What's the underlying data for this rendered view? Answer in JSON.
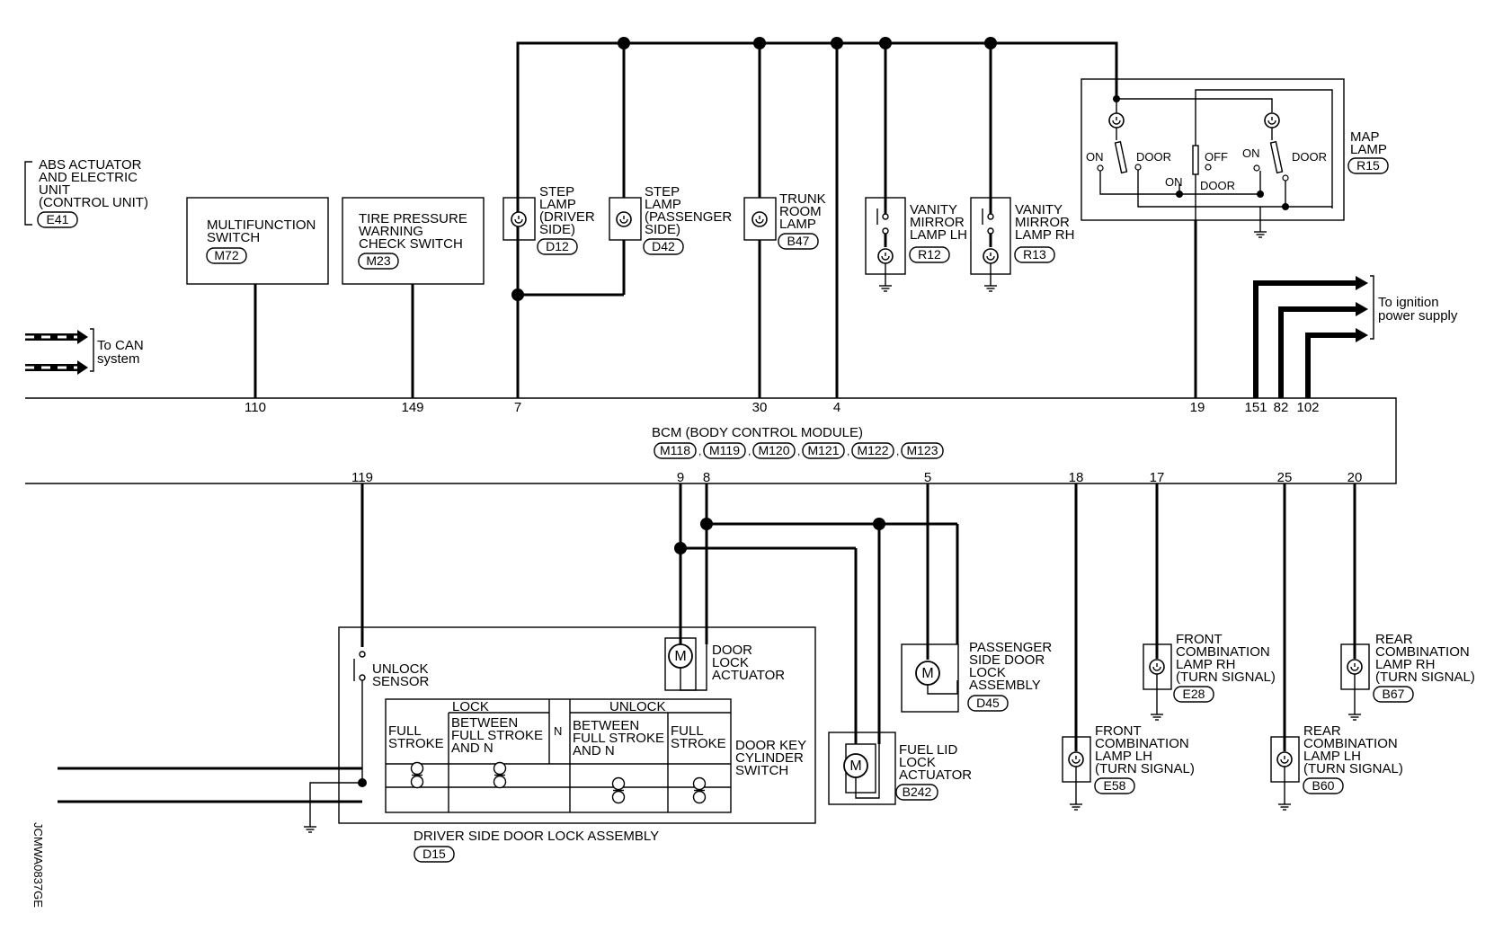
{
  "bcm": {
    "title": "BCM (BODY CONTROL MODULE)",
    "connectors": [
      "M118",
      "M119",
      "M120",
      "M121",
      "M122",
      "M123"
    ],
    "pins_top": [
      "110",
      "149",
      "7",
      "30",
      "4",
      "19",
      "151",
      "82",
      "102"
    ],
    "pins_bottom": [
      "119",
      "9",
      "8",
      "5",
      "18",
      "17",
      "25",
      "20"
    ]
  },
  "abs": {
    "lines": [
      "ABS ACTUATOR",
      "AND ELECTRIC",
      "UNIT",
      "(CONTROL UNIT)"
    ],
    "connector": "E41"
  },
  "multifunction": {
    "lines": [
      "MULTIFUNCTION",
      "SWITCH"
    ],
    "connector": "M72"
  },
  "tire_pressure": {
    "lines": [
      "TIRE PRESSURE",
      "WARNING",
      "CHECK SWITCH"
    ],
    "connector": "M23"
  },
  "can": {
    "lines": [
      "To CAN",
      "system"
    ]
  },
  "step_driver": {
    "lines": [
      "STEP",
      "LAMP",
      "(DRIVER",
      "SIDE)"
    ],
    "connector": "D12"
  },
  "step_passenger": {
    "lines": [
      "STEP",
      "LAMP",
      "(PASSENGER",
      "SIDE)"
    ],
    "connector": "D42"
  },
  "trunk": {
    "lines": [
      "TRUNK",
      "ROOM",
      "LAMP"
    ],
    "connector": "B47"
  },
  "vanity_lh": {
    "lines": [
      "VANITY",
      "MIRROR",
      "LAMP LH"
    ],
    "connector": "R12"
  },
  "vanity_rh": {
    "lines": [
      "VANITY",
      "MIRROR",
      "LAMP RH"
    ],
    "connector": "R13"
  },
  "map_lamp": {
    "lines": [
      "MAP",
      "LAMP"
    ],
    "connector": "R15",
    "labels": {
      "on_left": "ON",
      "door_left": "DOOR",
      "off": "OFF",
      "on_mid": "ON",
      "door_mid": "DOOR",
      "on_right": "ON",
      "door_right": "DOOR"
    }
  },
  "ignition": {
    "lines": [
      "To ignition",
      "power supply"
    ]
  },
  "driver_door": {
    "title": "DRIVER SIDE DOOR LOCK ASSEMBLY",
    "connector": "D15",
    "unlock_sensor": [
      "UNLOCK",
      "SENSOR"
    ],
    "actuator": [
      "DOOR",
      "LOCK",
      "ACTUATOR"
    ],
    "key_switch": [
      "DOOR KEY",
      "CYLINDER",
      "SWITCH"
    ],
    "table": {
      "lock": "LOCK",
      "unlock": "UNLOCK",
      "n": "N",
      "full_stroke": [
        "FULL",
        "STROKE"
      ],
      "between": [
        "BETWEEN",
        "FULL STROKE",
        "AND N"
      ]
    }
  },
  "fuel_lid": {
    "lines": [
      "FUEL LID",
      "LOCK",
      "ACTUATOR"
    ],
    "connector": "B242"
  },
  "passenger_door": {
    "lines": [
      "PASSENGER",
      "SIDE DOOR",
      "LOCK",
      "ASSEMBLY"
    ],
    "connector": "D45"
  },
  "front_lh": {
    "lines": [
      "FRONT",
      "COMBINATION",
      "LAMP LH",
      "(TURN SIGNAL)"
    ],
    "connector": "E58"
  },
  "front_rh": {
    "lines": [
      "FRONT",
      "COMBINATION",
      "LAMP RH",
      "(TURN SIGNAL)"
    ],
    "connector": "E28"
  },
  "rear_lh": {
    "lines": [
      "REAR",
      "COMBINATION",
      "LAMP LH",
      "(TURN SIGNAL)"
    ],
    "connector": "B60"
  },
  "rear_rh": {
    "lines": [
      "REAR",
      "COMBINATION",
      "LAMP RH",
      "(TURN SIGNAL)"
    ],
    "connector": "B67"
  },
  "side_code": "JCMWA0837GE"
}
